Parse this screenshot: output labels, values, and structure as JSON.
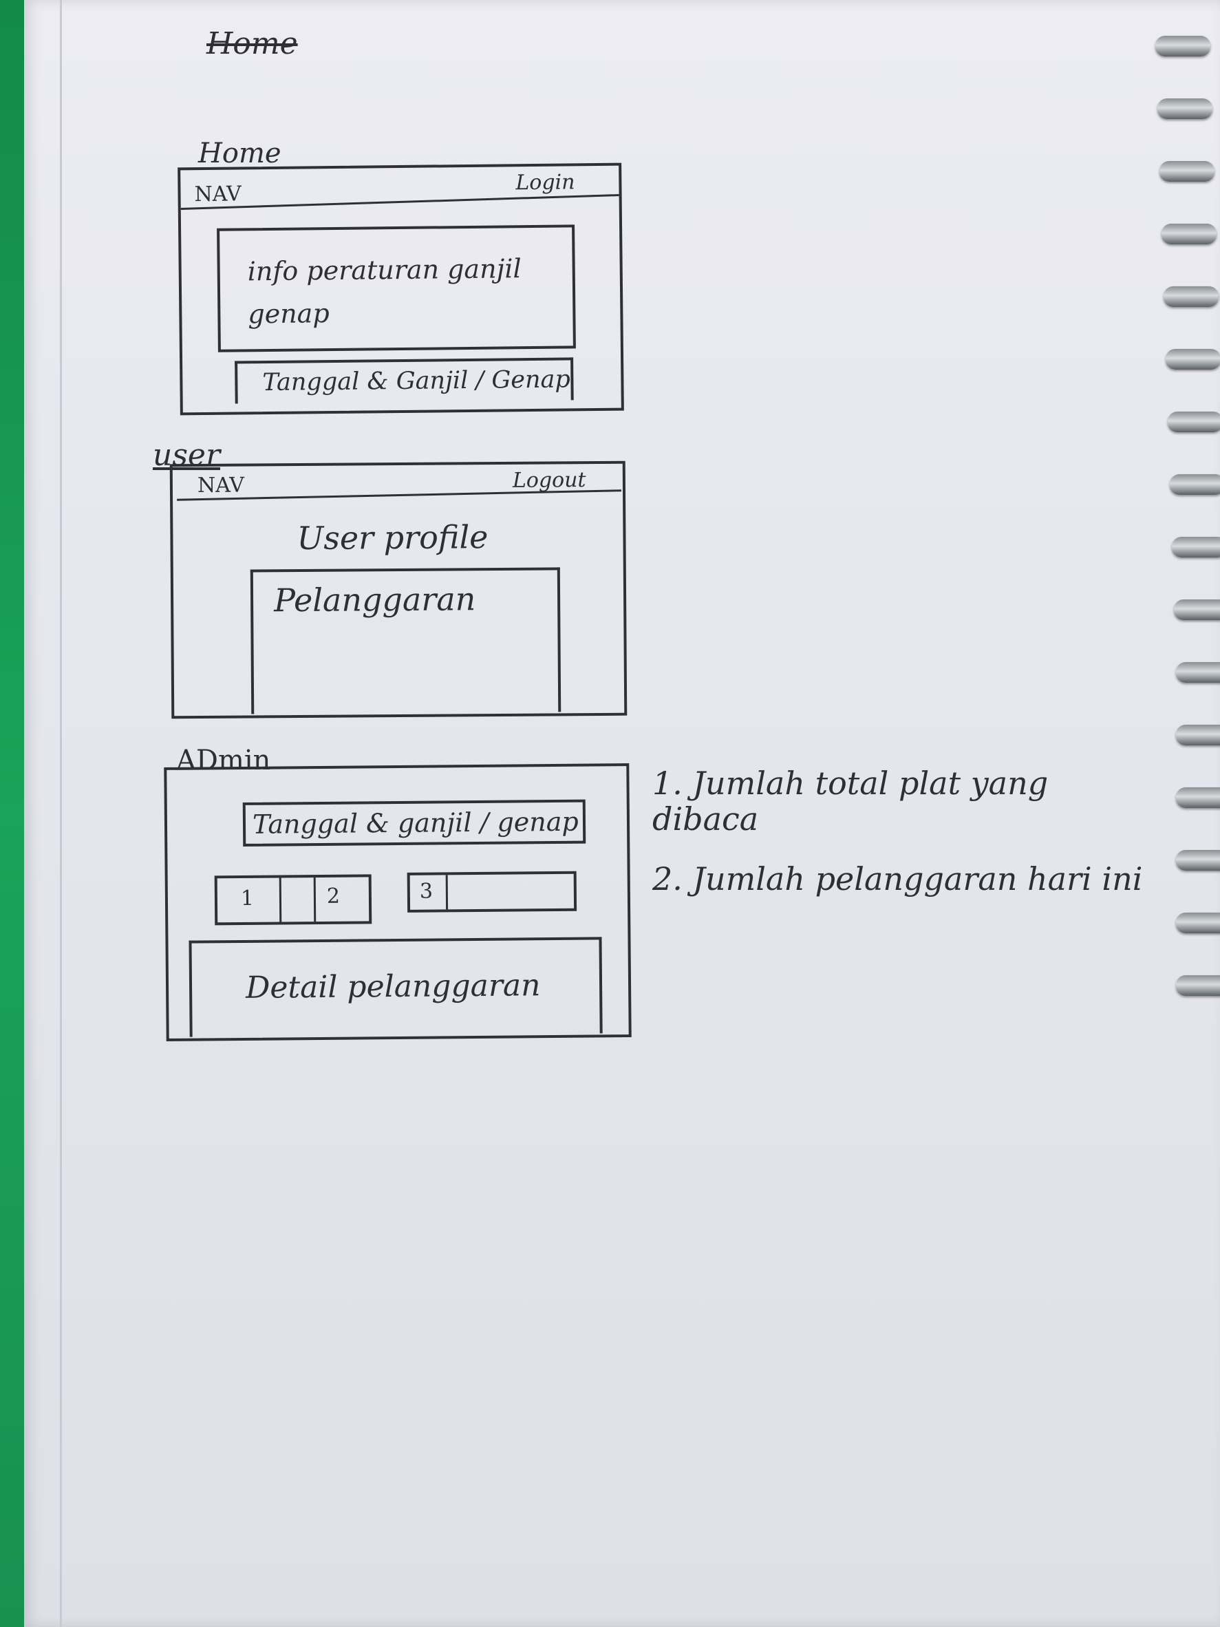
{
  "page": {
    "scratch_title": "Home"
  },
  "home": {
    "title": "Home",
    "nav_label": "NAV",
    "login_label": "Login",
    "info_text": "info peraturan ganjil genap",
    "date_bar_text": "Tanggal & Ganjil / Genap"
  },
  "user": {
    "title": "user",
    "nav_label": "NAV",
    "logout_label": "Logout",
    "profile_text": "User profile",
    "violation_text": "Pelanggaran"
  },
  "admin": {
    "title": "ADmin",
    "date_bar_text": "Tanggal & ganjil / genap",
    "stat_1": "1",
    "stat_2": "2",
    "stat_3": "3",
    "detail_text": "Detail pelanggaran"
  },
  "notes": {
    "items": [
      "1. Jumlah total plat yang dibaca",
      "2. Jumlah pelanggaran hari ini"
    ]
  }
}
